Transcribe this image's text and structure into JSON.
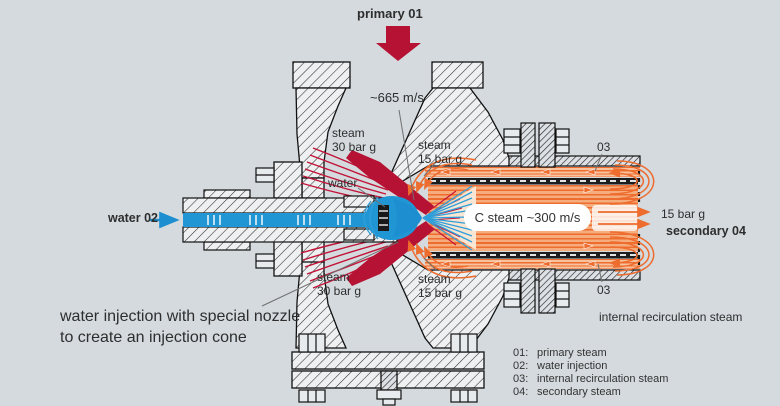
{
  "colors": {
    "background": "#d4dade",
    "primary_red": "#b61234",
    "steam_orange": "#ed6c2e",
    "water_blue": "#2196d4",
    "metal_hatch_bg": "#eef0f2",
    "text": "#2e2e2e"
  },
  "labels": {
    "primary": "primary 01",
    "throat_velocity": "~665 m/s",
    "steam30_upper": {
      "l1": "steam",
      "l2": "30 bar g"
    },
    "steam15_upper": {
      "l1": "steam",
      "l2": "15 bar g"
    },
    "water_small": "water",
    "water_inlet": "water 02",
    "steam30_lower": {
      "l1": "steam",
      "l2": "30 bar g"
    },
    "steam15_lower": {
      "l1": "steam",
      "l2": "15 bar g"
    },
    "c_steam": "C steam ~300 m/s",
    "ref03_top": "03",
    "outlet_pressure": "15 bar g",
    "secondary": "secondary 04",
    "ref03_bottom": "03",
    "internal_recirculation": "internal recirculation steam",
    "annotation": {
      "l1": "water injection with special nozzle",
      "l2": "to create an injection cone"
    }
  },
  "legend": {
    "items": [
      {
        "num": "01:",
        "text": "primary steam"
      },
      {
        "num": "02:",
        "text": "water injection"
      },
      {
        "num": "03:",
        "text": "internal recirculation steam"
      },
      {
        "num": "04:",
        "text": "secondary steam"
      }
    ]
  }
}
